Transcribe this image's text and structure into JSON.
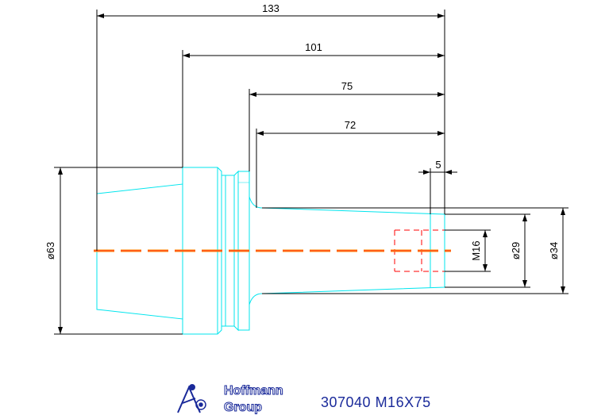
{
  "dimensions": {
    "overall_length": "133",
    "length_101": "101",
    "length_75": "75",
    "length_72": "72",
    "length_5": "5",
    "thread": "M16",
    "diameter_29": "ø29",
    "diameter_34": "ø34",
    "diameter_63": "ø63"
  },
  "logo": {
    "brand_line1": "Hoffmann",
    "brand_line2": "Group",
    "icon": "hoffmann-group-logo"
  },
  "caption": {
    "part_number": "307040",
    "designation": "M16X75",
    "full": "307040 M16X75"
  },
  "colors": {
    "outline": "#00e5ee",
    "dimension": "#000000",
    "centerline_red": "#ff0000",
    "centerline_orange": "#ff8c00",
    "thread_red": "#ff0000",
    "caption": "#1a2a9a"
  }
}
